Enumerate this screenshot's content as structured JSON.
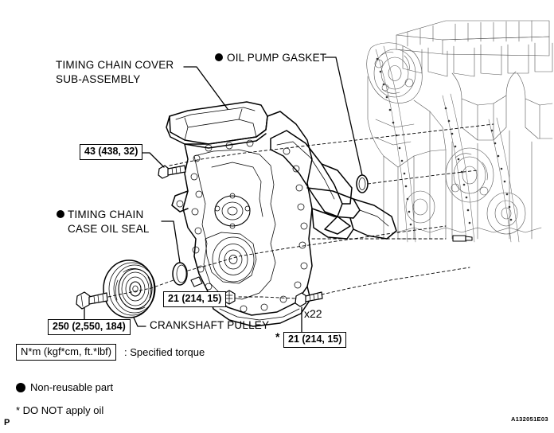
{
  "diagram": {
    "title_parts": [
      "TIMING CHAIN COVER",
      "SUB-ASSEMBLY"
    ],
    "reference_code": "A132051E03",
    "corner_mark": "P"
  },
  "callouts": {
    "timing_chain_cover_line1": "TIMING CHAIN COVER",
    "timing_chain_cover_line2": "SUB-ASSEMBLY",
    "oil_pump_gasket": "OIL PUMP GASKET",
    "timing_chain_case_oil_seal_line1": "TIMING CHAIN",
    "timing_chain_case_oil_seal_line2": "CASE OIL SEAL",
    "crankshaft_pulley": "CRANKSHAFT PULLEY",
    "bolt_quantity": "x22",
    "asterisk": "*"
  },
  "torque_specs": [
    {
      "id": "cover-bolt",
      "value": "43 (438, 32)"
    },
    {
      "id": "pulley-bolt",
      "value": "250 (2,550, 184)"
    },
    {
      "id": "seal-side-bolt",
      "value": "21 (214, 15)"
    },
    {
      "id": "starred-bolt",
      "value": "21 (214, 15)"
    }
  ],
  "legend": {
    "torque_units": "N*m (kgf*cm, ft.*lbf)",
    "torque_meaning": ": Specified torque",
    "non_reusable": "Non-reusable part",
    "do_not_apply_oil": "* DO NOT apply oil"
  },
  "colors": {
    "ink": "#000000",
    "paper": "#ffffff",
    "faint_line": "#4a4a4a"
  }
}
